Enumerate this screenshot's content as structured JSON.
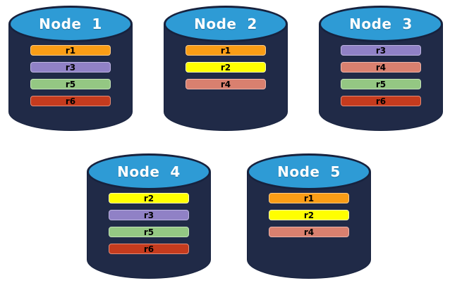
{
  "diagram": {
    "background": "#FFFFFF",
    "cylinder": {
      "body_color": "#202A47",
      "top_color": "#2E9BD5",
      "outline_color": "#17223E"
    }
  },
  "replica_colors": {
    "r1": {
      "fill": "#FA9D16",
      "border": "#FDCA85"
    },
    "r2": {
      "fill": "#FFFF00",
      "border": "#FFFFB3"
    },
    "r3": {
      "fill": "#9081C6",
      "border": "#BDB4E0"
    },
    "r4": {
      "fill": "#D9806F",
      "border": "#EBB4AA"
    },
    "r5": {
      "fill": "#94C783",
      "border": "#C4E2B9"
    },
    "r6": {
      "fill": "#C53B1E",
      "border": "#E18B77"
    }
  },
  "nodes": [
    {
      "label": "Node  1",
      "replicas": [
        "r1",
        "r3",
        "r5",
        "r6"
      ]
    },
    {
      "label": "Node  2",
      "replicas": [
        "r1",
        "r2",
        "r4"
      ]
    },
    {
      "label": "Node  3",
      "replicas": [
        "r3",
        "r4",
        "r5",
        "r6"
      ]
    },
    {
      "label": "Node  4",
      "replicas": [
        "r2",
        "r3",
        "r5",
        "r6"
      ]
    },
    {
      "label": "Node  5",
      "replicas": [
        "r1",
        "r2",
        "r4"
      ]
    }
  ]
}
